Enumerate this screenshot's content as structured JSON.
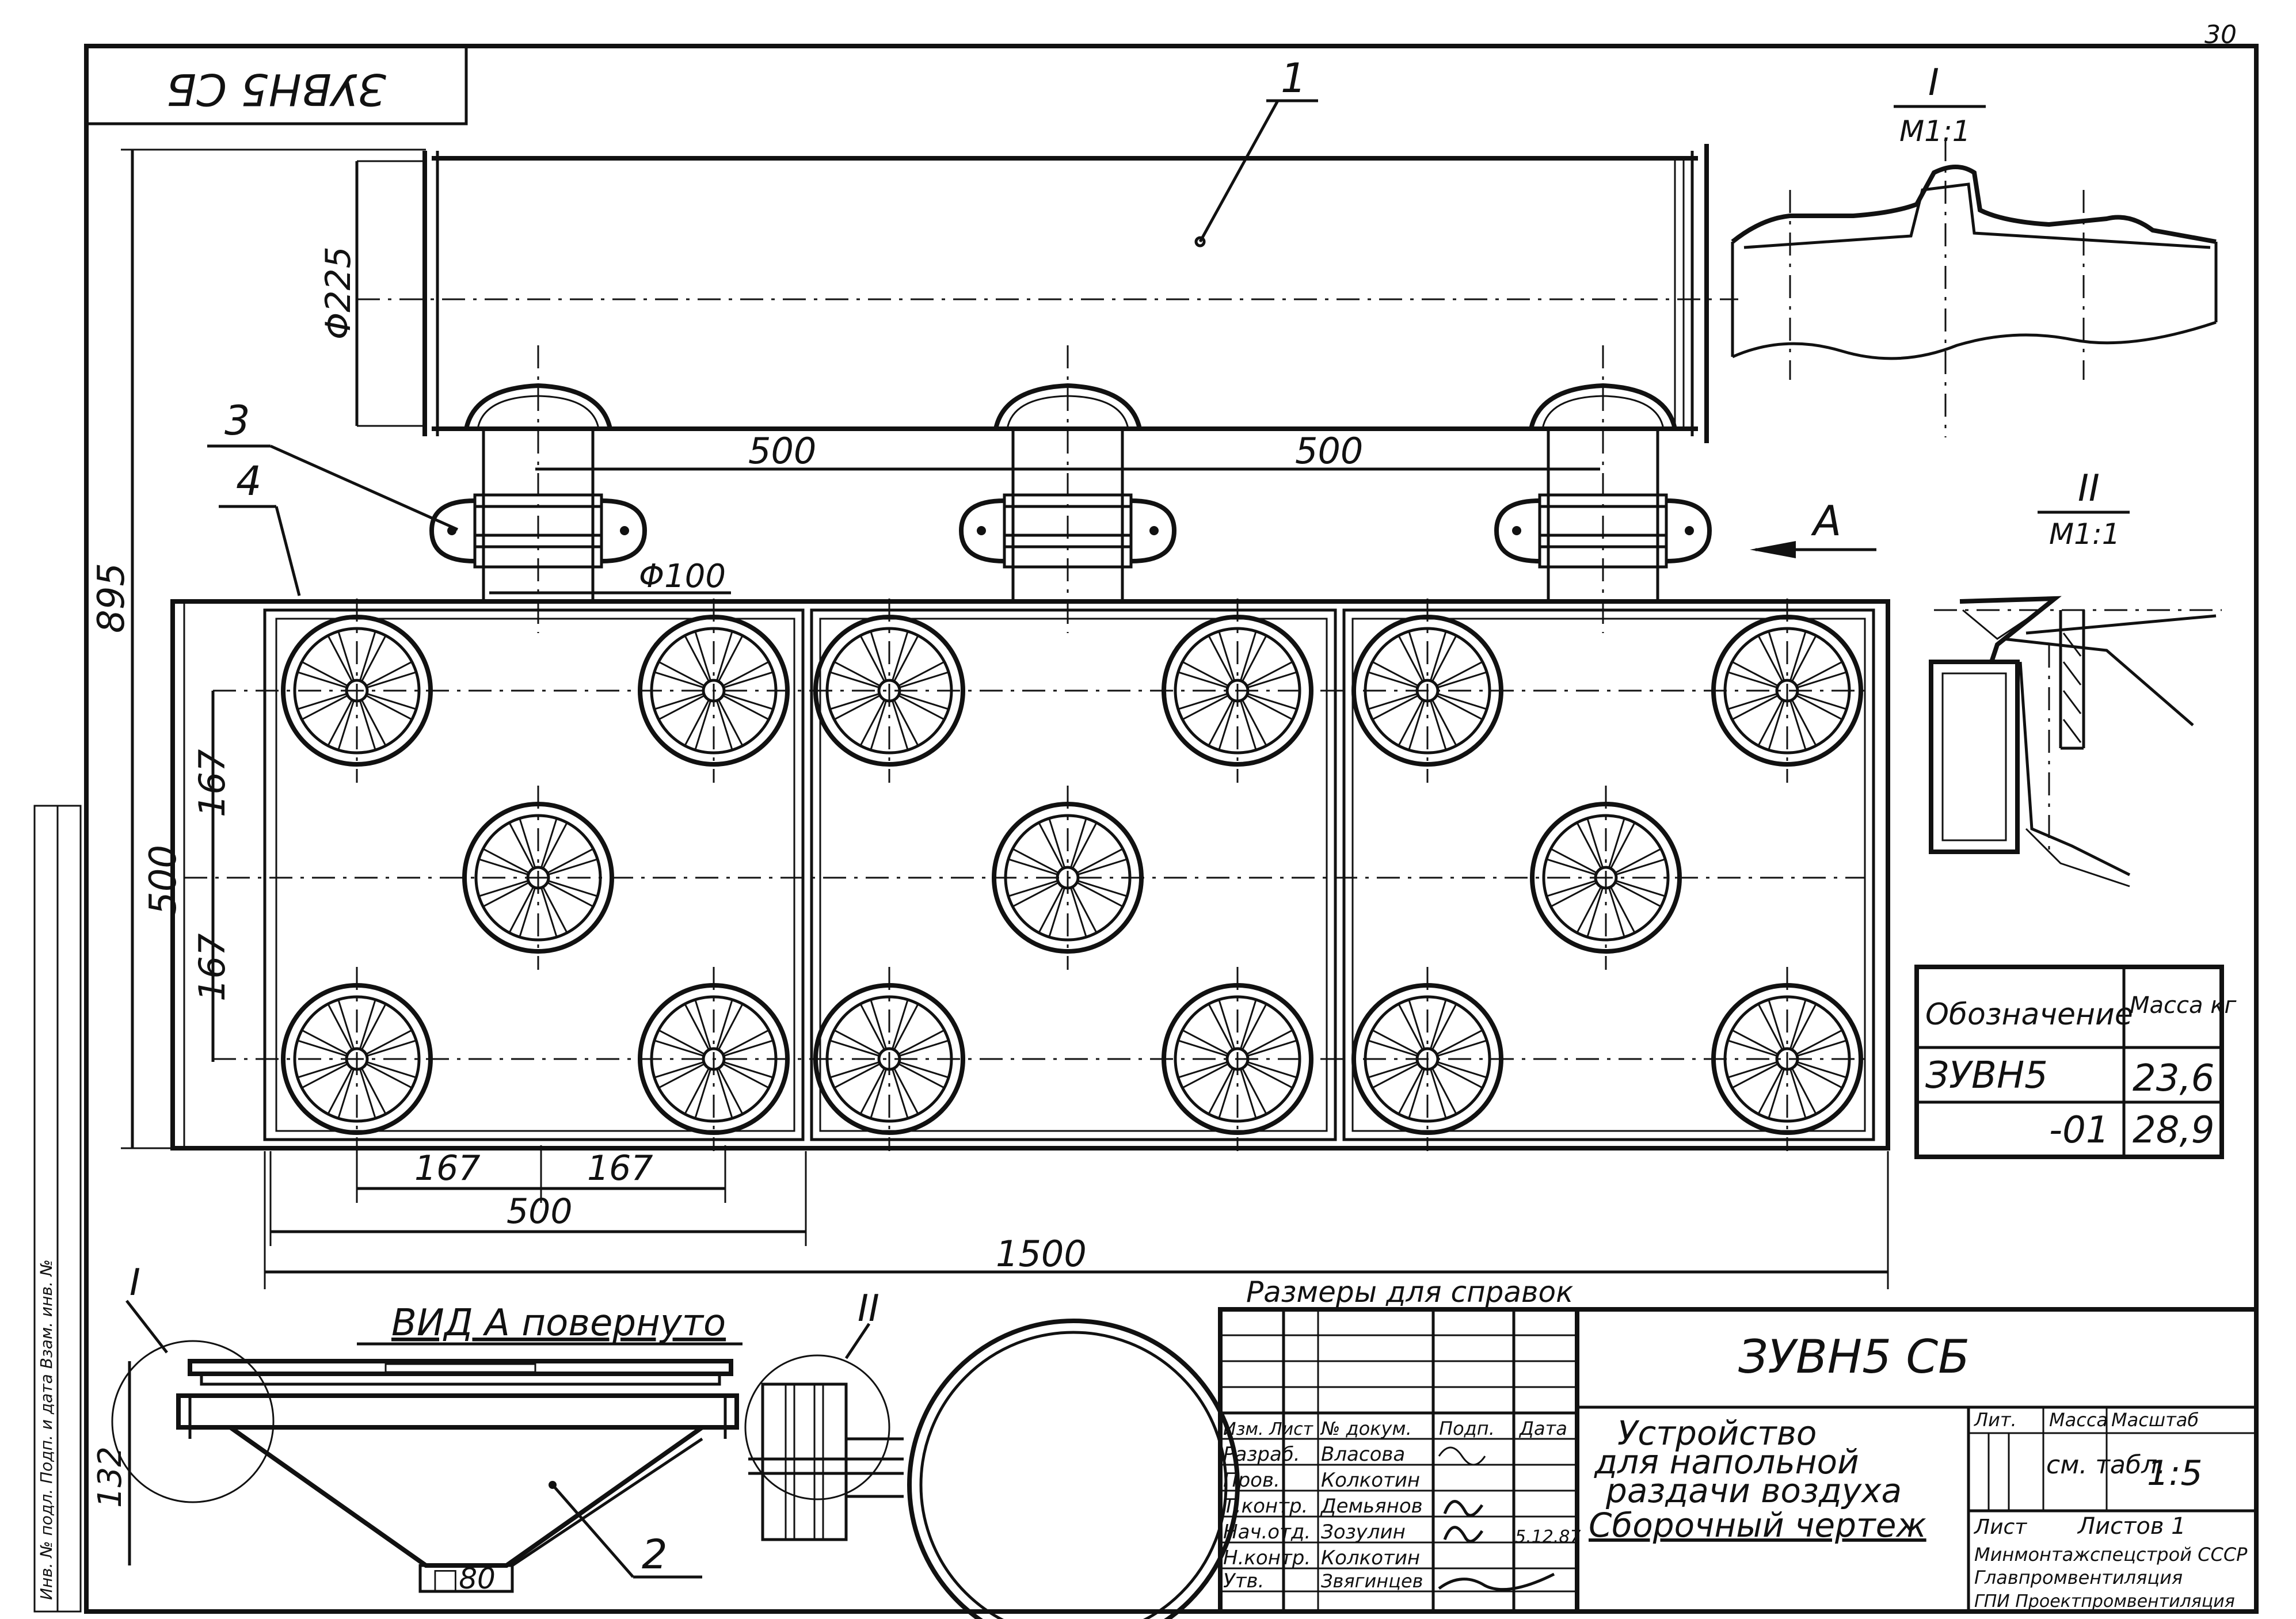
{
  "page_number": "30",
  "corner_stamp": "ЗУВН5 СБ",
  "callouts": {
    "c1": "1",
    "c2": "2",
    "c3": "3",
    "c4": "4",
    "sec_I": "I",
    "sec_II": "II",
    "view_A": "A"
  },
  "section_refs": {
    "ref1_top": "I",
    "ref1_bottom": "М1:1",
    "ref2_top": "II",
    "ref2_bottom": "М1:1"
  },
  "dimensions": {
    "pipe_diameter": "Φ225",
    "nozzle_diameter": "Φ100",
    "spacing_1": "500",
    "spacing_2": "500",
    "overall_height": "895",
    "panel_height": "500",
    "row_pitch_1": "167",
    "row_pitch_2": "167",
    "col_pitch_1": "167",
    "col_pitch_2": "167",
    "panel_width": "500",
    "overall_length": "1500",
    "view_height": "132",
    "outlet_size": "□80"
  },
  "view_title": "ВИД А повернуто",
  "ref_note": "Размеры для справок",
  "mass_table": {
    "head_designation": "Обозначение",
    "head_mass": "Масса кг",
    "rows": [
      {
        "designation": "ЗУВН5",
        "mass": "23,6"
      },
      {
        "designation": "-01",
        "mass": "28,9"
      }
    ]
  },
  "title_block": {
    "doc_code": "ЗУВН5 СБ",
    "name_line1": "Устройство",
    "name_line2": "для напольной",
    "name_line3": "раздачи воздуха",
    "name_line4": "Сборочный чертеж",
    "hdr_lit": "Лит.",
    "hdr_mass": "Масса",
    "hdr_scale": "Масштаб",
    "mass_value": "см. табл.",
    "scale_value": "1:5",
    "sheet": "Лист",
    "sheets": "Листов 1",
    "org_line1": "Минмонтажспецстрой СССР",
    "org_line2": "Главпромвентиляция",
    "org_line3": "ГПИ Проектпромвентиляция",
    "roles": [
      "Изм. Лист",
      "Разраб.",
      "Пров.",
      "Т.контр.",
      "Нач.отд.",
      "Н.контр.",
      "Утв."
    ],
    "names": [
      "№ докум.",
      "Власова",
      "Колкотин",
      "Демьянов",
      "Зозулин",
      "Колкотин",
      "Звягинцев"
    ],
    "col_sign": "Подп.",
    "col_date": "Дата",
    "date_value": "5.12.87"
  },
  "side_strip": "Инв. № подл.   Подп. и дата   Взам. инв. №"
}
